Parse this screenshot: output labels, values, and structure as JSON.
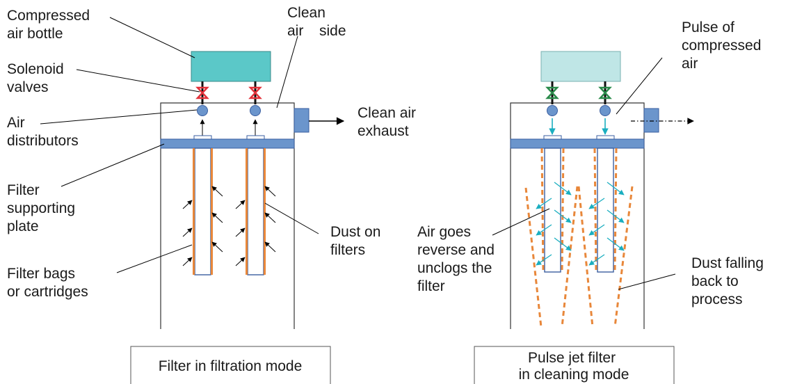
{
  "left_panel": {
    "caption": "Filter in filtration mode",
    "labels": {
      "compressed_air_bottle": [
        "Compressed",
        "air bottle"
      ],
      "solenoid_valves": [
        "Solenoid",
        "valves"
      ],
      "air_distributors": [
        "Air",
        "distributors"
      ],
      "filter_supporting_plate": [
        "Filter",
        "supporting",
        "plate"
      ],
      "filter_bags": [
        "Filter bags",
        "or cartridges"
      ],
      "clean_air_side": [
        "Clean",
        "air",
        "side"
      ],
      "clean_air_exhaust": [
        "Clean air",
        "exhaust"
      ],
      "dust_on_filters": [
        "Dust on",
        "filters"
      ]
    }
  },
  "right_panel": {
    "caption": [
      "Pulse jet filter",
      "in cleaning mode"
    ],
    "labels": {
      "pulse_of_compressed_air": [
        "Pulse of",
        "compressed",
        "air"
      ],
      "air_goes_reverse": [
        "Air goes",
        "reverse and",
        "unclogs the",
        "filter"
      ],
      "dust_falling_back": [
        "Dust falling",
        "back to",
        "process"
      ]
    }
  },
  "colors": {
    "bottle_active": "#5bc8c8",
    "bottle_idle": "#bfe6e6",
    "valve_closed": "#e2323a",
    "valve_open": "#2a8a4a",
    "plate": "#6b95cc",
    "distributor": "#6b95cc",
    "filter_dust": "#e8873a",
    "pulse_arrow": "#1aaec0",
    "filter_outline": "#3a5ea0"
  }
}
